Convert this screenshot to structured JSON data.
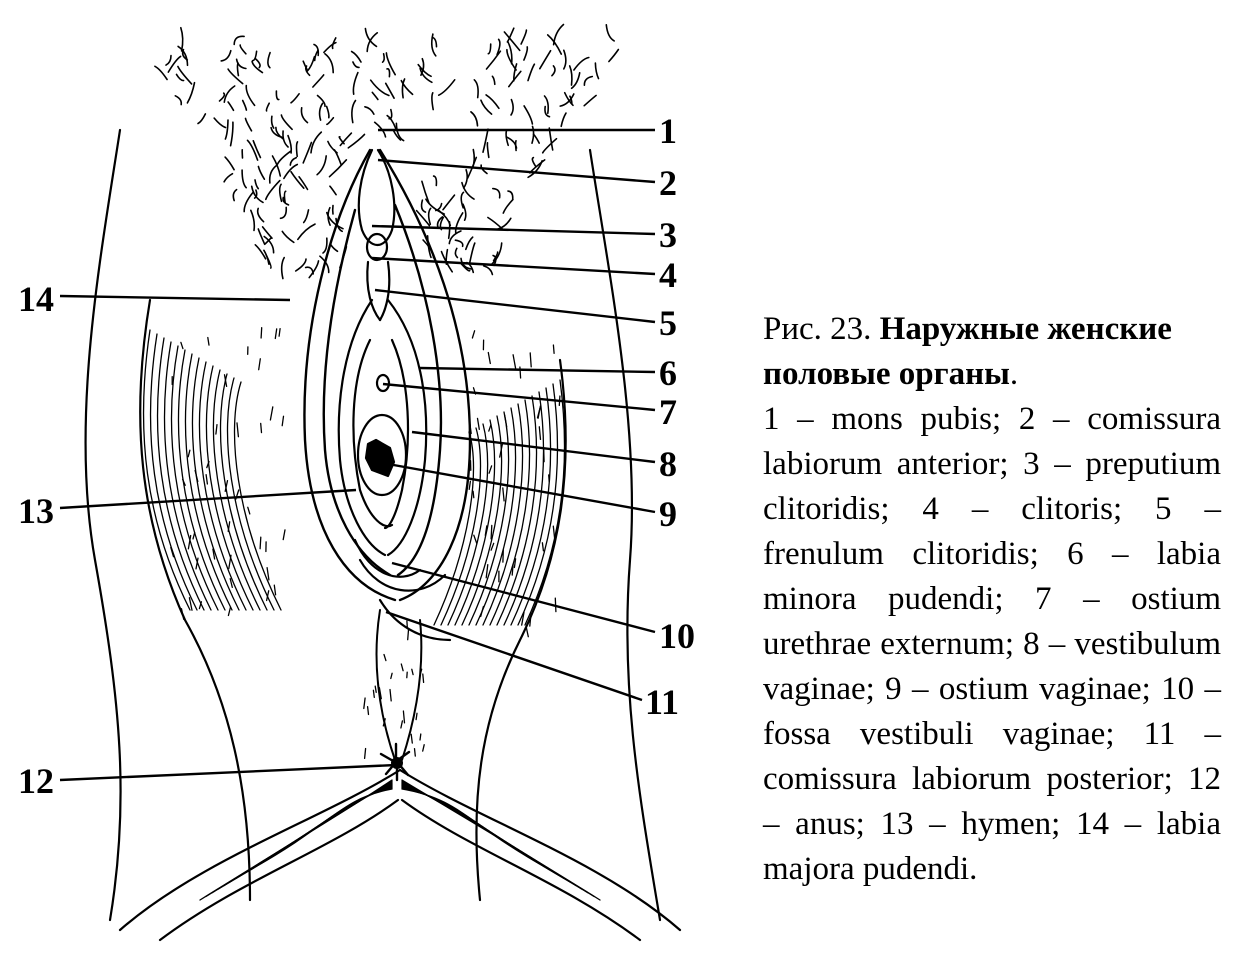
{
  "figure": {
    "labels": [
      {
        "num": "1",
        "term": "mons pubis"
      },
      {
        "num": "2",
        "term": "comissura labiorum anterior"
      },
      {
        "num": "3",
        "term": "preputium clitoridis"
      },
      {
        "num": "4",
        "term": "clitoris"
      },
      {
        "num": "5",
        "term": "frenulum clitoridis"
      },
      {
        "num": "6",
        "term": "labia minora pudendi"
      },
      {
        "num": "7",
        "term": "ostium urethrae externum"
      },
      {
        "num": "8",
        "term": "vestibulum vaginae"
      },
      {
        "num": "9",
        "term": "ostium vaginae"
      },
      {
        "num": "10",
        "term": "fossa vestibuli vaginae"
      },
      {
        "num": "11",
        "term": "comissura labiorum posterior"
      },
      {
        "num": "12",
        "term": "anus"
      },
      {
        "num": "13",
        "term": "hymen"
      },
      {
        "num": "14",
        "term": "labia majora pudendi"
      }
    ]
  },
  "caption": {
    "prefix": "Рис. 23. ",
    "title": "Наружные женские половые органы",
    "title_end": ".",
    "legend_text": "1 – mons pubis; 2 – comissura labiorum anterior; 3 – preputium clitoridis; 4 – clitoris; 5 – frenulum clitoridis; 6 – labia minora pudendi; 7 – ostium urethrae externum; 8 – vestibulum vaginae; 9 – ostium vaginae; 10 – fossa vestibuli vaginae; 11 – comissura labiorum posterior; 12 – anus; 13 – hymen; 14 – labia majora pudendi."
  }
}
